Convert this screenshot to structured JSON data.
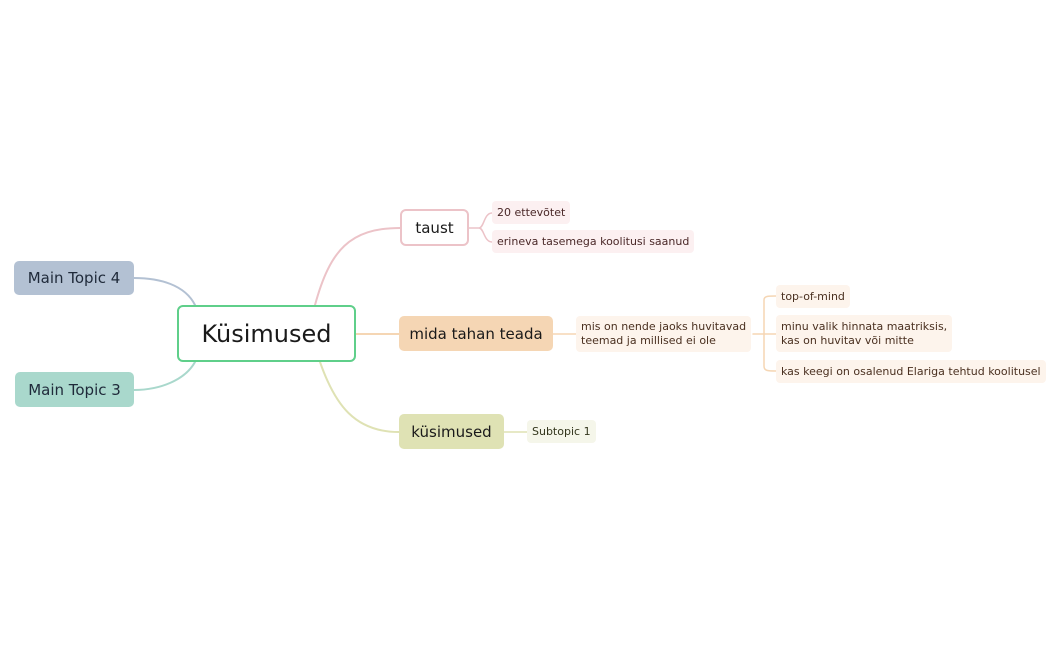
{
  "central": {
    "label": "Küsimused"
  },
  "left_topics": [
    {
      "label": "Main Topic 4"
    },
    {
      "label": "Main Topic 3"
    }
  ],
  "right_topics": [
    {
      "label": "taust",
      "children": [
        "20 ettevõtet",
        "erineva tasemega koolitusi saanud"
      ]
    },
    {
      "label": "mida tahan teada",
      "child": {
        "lines": [
          "mis on nende jaoks huvitavad",
          "teemad ja millised ei ole"
        ],
        "children": [
          {
            "lines": [
              "top-of-mind"
            ]
          },
          {
            "lines": [
              "minu valik hinnata maatriksis,",
              "kas on huvitav või mitte"
            ]
          },
          {
            "lines": [
              "kas keegi on osalenud Elariga tehtud koolitusel"
            ]
          }
        ]
      }
    },
    {
      "label": "küsimused",
      "children": [
        "Subtopic 1"
      ]
    }
  ],
  "colors": {
    "central_border": "#5fcf8a",
    "main4": "#b3c1d3",
    "main3": "#a9d8cc",
    "taust_border": "#ecc3c8",
    "mida": "#f5d6b4",
    "kysimused": "#dfe2b4"
  }
}
